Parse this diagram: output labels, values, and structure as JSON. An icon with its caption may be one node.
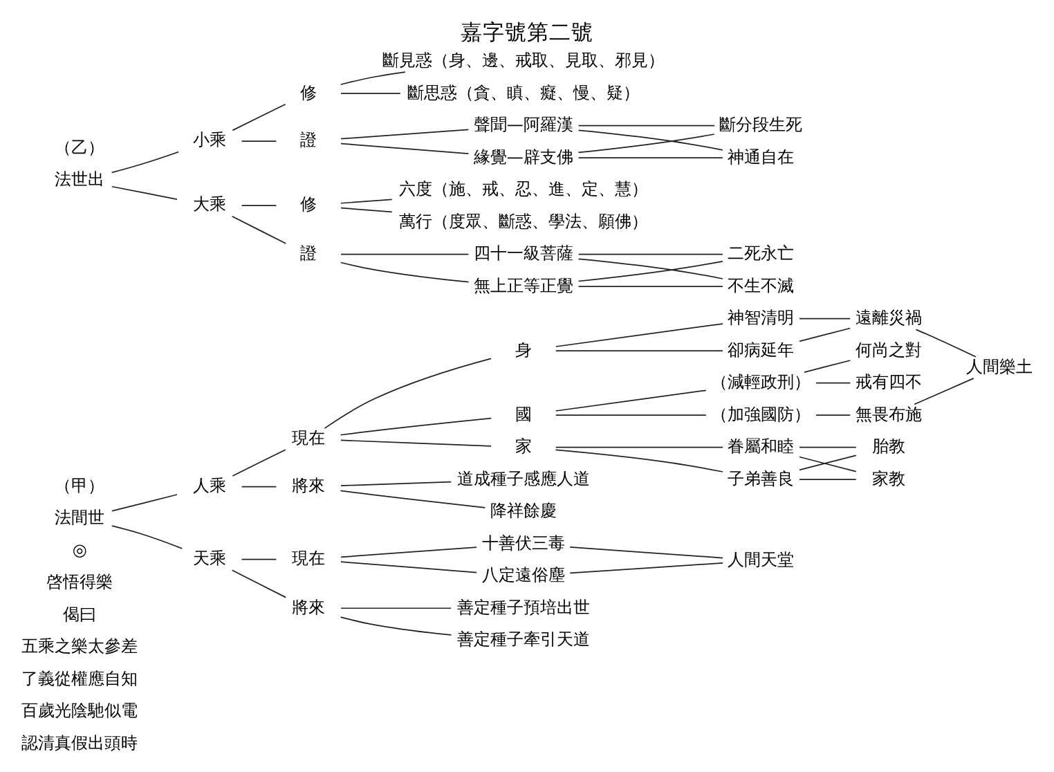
{
  "diagram": {
    "title": "嘉字號第二號",
    "nodes": [
      {
        "text": [
          "法間世"
        ],
        "beside": [
          "（甲）"
        ]
      },
      {
        "text": [
          "人乘"
        ]
      },
      {
        "text": [
          "天乘"
        ]
      },
      {
        "text": [
          "現在"
        ]
      },
      {
        "text": [
          "將來"
        ]
      },
      {
        "text": [
          "身"
        ]
      },
      {
        "text": [
          "家"
        ]
      },
      {
        "text": [
          "國"
        ]
      },
      {
        "text": [
          "神智清明"
        ]
      },
      {
        "text": [
          "卻病延年"
        ]
      },
      {
        "text": [
          "遠離災禍"
        ]
      },
      {
        "text": [
          "眷屬和睦"
        ]
      },
      {
        "text": [
          "子弟善良"
        ]
      },
      {
        "text": [
          "胎教"
        ]
      },
      {
        "text": [
          "家教"
        ]
      },
      {
        "text": [
          "（減輕政刑）"
        ]
      },
      {
        "text": [
          "（加強國防）"
        ]
      },
      {
        "text": [
          "戒有四不"
        ]
      },
      {
        "text": [
          "何尚之對"
        ]
      },
      {
        "text": [
          "無畏布施"
        ]
      },
      {
        "text": [
          "人間樂土"
        ]
      },
      {
        "text": [
          "降祥餘慶"
        ]
      },
      {
        "text": [
          "道成種子感應人道"
        ]
      },
      {
        "text": [
          "現在"
        ]
      },
      {
        "text": [
          "將來"
        ]
      },
      {
        "text": [
          "十善伏三毒"
        ]
      },
      {
        "text": [
          "八定遠俗塵"
        ]
      },
      {
        "text": [
          "人間天堂"
        ]
      },
      {
        "text": [
          "善定種子牽引天道"
        ]
      },
      {
        "text": [
          "善定種子預培出世"
        ]
      },
      {
        "text": [
          "法世出"
        ],
        "beside": [
          "（乙）"
        ]
      },
      {
        "text": [
          "小乘"
        ]
      },
      {
        "text": [
          "大乘"
        ]
      },
      {
        "text": [
          "修"
        ]
      },
      {
        "text": [
          "證"
        ]
      },
      {
        "text": [
          "斷見惑（身、邊、戒取、見取、邪見）"
        ]
      },
      {
        "text": [
          "斷思惑（貪、瞋、癡、慢、疑）"
        ]
      },
      {
        "text": [
          "聲聞—阿羅漢"
        ]
      },
      {
        "text": [
          "緣覺—辟支佛"
        ]
      },
      {
        "text": [
          "斷分段生死"
        ]
      },
      {
        "text": [
          "神通自在"
        ]
      },
      {
        "text": [
          "修"
        ]
      },
      {
        "text": [
          "證"
        ]
      },
      {
        "text": [
          "六度（施、戒、忍、進、定、慧）"
        ]
      },
      {
        "text": [
          "萬行（度眾、斷惑、學法、願佛）"
        ]
      },
      {
        "text": [
          "四十一級菩薩"
        ]
      },
      {
        "text": [
          "無上正等正覺"
        ]
      },
      {
        "text": [
          "二死永亡"
        ]
      },
      {
        "text": [
          "不生不滅"
        ]
      }
    ],
    "edges": [
      {
        "from": 0,
        "to": 1,
        "arrow": "none"
      },
      {
        "from": 0,
        "to": 2,
        "arrow": "none"
      },
      {
        "from": 1,
        "to": 3,
        "arrow": "none"
      },
      {
        "from": 1,
        "to": 4,
        "arrow": "none"
      },
      {
        "from": 3,
        "to": 5,
        "arrow": "none"
      },
      {
        "from": 3,
        "to": 6,
        "arrow": "none"
      },
      {
        "from": 3,
        "to": 7,
        "arrow": "none"
      },
      {
        "from": 5,
        "to": 8,
        "arrow": "none"
      },
      {
        "from": 5,
        "to": 9,
        "arrow": "none"
      },
      {
        "from": 8,
        "to": 10,
        "arrow": "none"
      },
      {
        "from": 9,
        "to": 10,
        "arrow": "none"
      },
      {
        "from": 6,
        "to": 11,
        "arrow": "none"
      },
      {
        "from": 6,
        "to": 12,
        "arrow": "none"
      },
      {
        "from": 11,
        "to": 13,
        "arrow": "none"
      },
      {
        "from": 11,
        "to": 14,
        "arrow": "none"
      },
      {
        "from": 12,
        "to": 13,
        "arrow": "none"
      },
      {
        "from": 12,
        "to": 14,
        "arrow": "none"
      },
      {
        "from": 7,
        "to": 15,
        "arrow": "none"
      },
      {
        "from": 7,
        "to": 16,
        "arrow": "none"
      },
      {
        "from": 15,
        "to": 17,
        "arrow": "none"
      },
      {
        "from": 15,
        "to": 18,
        "arrow": "none"
      },
      {
        "from": 16,
        "to": 19,
        "arrow": "none"
      },
      {
        "from": 10,
        "to": 20,
        "arrow": "none"
      },
      {
        "from": 19,
        "to": 20,
        "arrow": "none"
      },
      {
        "from": 4,
        "to": 21,
        "arrow": "none"
      },
      {
        "from": 4,
        "to": 22,
        "arrow": "none"
      },
      {
        "from": 2,
        "to": 23,
        "arrow": "none"
      },
      {
        "from": 2,
        "to": 24,
        "arrow": "none"
      },
      {
        "from": 23,
        "to": 25,
        "arrow": "none"
      },
      {
        "from": 23,
        "to": 26,
        "arrow": "none"
      },
      {
        "from": 25,
        "to": 27,
        "arrow": "none"
      },
      {
        "from": 26,
        "to": 27,
        "arrow": "none"
      },
      {
        "from": 24,
        "to": 28,
        "arrow": "none"
      },
      {
        "from": 24,
        "to": 29,
        "arrow": "none"
      },
      {
        "from": 30,
        "to": 31,
        "arrow": "none"
      },
      {
        "from": 30,
        "to": 32,
        "arrow": "none"
      },
      {
        "from": 31,
        "to": 33,
        "arrow": "none"
      },
      {
        "from": 31,
        "to": 34,
        "arrow": "none"
      },
      {
        "from": 33,
        "to": 35,
        "arrow": "none"
      },
      {
        "from": 33,
        "to": 36,
        "arrow": "none"
      },
      {
        "from": 34,
        "to": 37,
        "arrow": "none"
      },
      {
        "from": 34,
        "to": 38,
        "arrow": "none"
      },
      {
        "from": 37,
        "to": 39,
        "arrow": "none"
      },
      {
        "from": 37,
        "to": 40,
        "arrow": "none"
      },
      {
        "from": 38,
        "to": 39,
        "arrow": "none"
      },
      {
        "from": 38,
        "to": 40,
        "arrow": "none"
      },
      {
        "from": 32,
        "to": 41,
        "arrow": "none"
      },
      {
        "from": 32,
        "to": 42,
        "arrow": "none"
      },
      {
        "from": 41,
        "to": 43,
        "arrow": "none"
      },
      {
        "from": 41,
        "to": 44,
        "arrow": "none"
      },
      {
        "from": 42,
        "to": 45,
        "arrow": "none"
      },
      {
        "from": 42,
        "to": 46,
        "arrow": "none"
      },
      {
        "from": 45,
        "to": 47,
        "arrow": "none"
      },
      {
        "from": 45,
        "to": 48,
        "arrow": "none"
      },
      {
        "from": 46,
        "to": 47,
        "arrow": "none"
      },
      {
        "from": 46,
        "to": 48,
        "arrow": "none"
      }
    ],
    "labels": [
      "◎",
      "啓悟得樂",
      "偈曰",
      "五乘之樂太參差",
      "了義從權應自知",
      "百歲光陰馳似電",
      "認清真假出頭時"
    ]
  }
}
